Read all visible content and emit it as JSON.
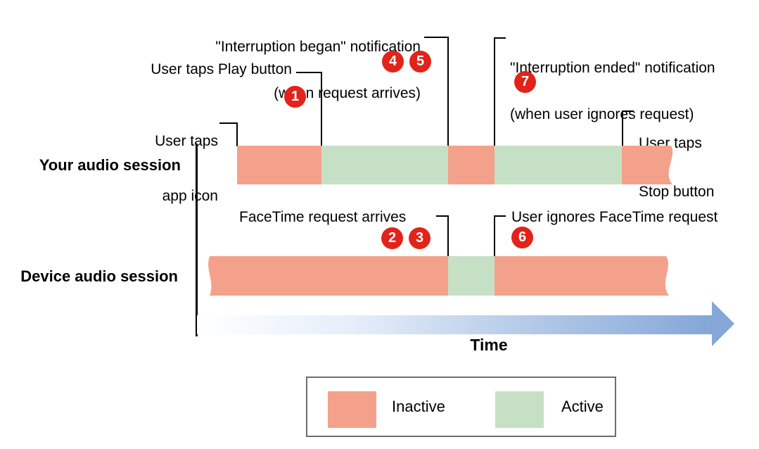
{
  "sessions": {
    "your": {
      "label": "Your audio session",
      "segments": [
        {
          "state": "Inactive"
        },
        {
          "state": "Active"
        },
        {
          "state": "Inactive"
        },
        {
          "state": "Active"
        },
        {
          "state": "Inactive"
        }
      ]
    },
    "device": {
      "label": "Device audio session",
      "segments": [
        {
          "state": "Inactive"
        },
        {
          "state": "Active"
        },
        {
          "state": "Inactive"
        }
      ]
    }
  },
  "annotations": {
    "interruption_began": {
      "line1": "\"Interruption began\" notification",
      "line2": "(when request arrives)"
    },
    "interruption_ended": {
      "line1": "\"Interruption ended\" notification",
      "line2": "(when user ignores request)"
    },
    "user_taps_play": "User taps Play button",
    "user_taps_app_icon": {
      "line1": "User taps",
      "line2": "app icon"
    },
    "user_taps_stop": {
      "line1": "User taps",
      "line2": "Stop button"
    },
    "facetime_request": "FaceTime request arrives",
    "user_ignores": "User ignores FaceTime request"
  },
  "markers": {
    "m1": "1",
    "m2": "2",
    "m3": "3",
    "m4": "4",
    "m5": "5",
    "m6": "6",
    "m7": "7"
  },
  "time_axis": {
    "label": "Time"
  },
  "legend": {
    "inactive": "Inactive",
    "active": "Active"
  },
  "colors": {
    "inactive": "#f4a18b",
    "active": "#c6e0c5",
    "marker_red": "#e2231a",
    "arrow_blue": "#84a7d8",
    "arrow_mid": "#d9e5f5",
    "line_black": "#000000"
  }
}
